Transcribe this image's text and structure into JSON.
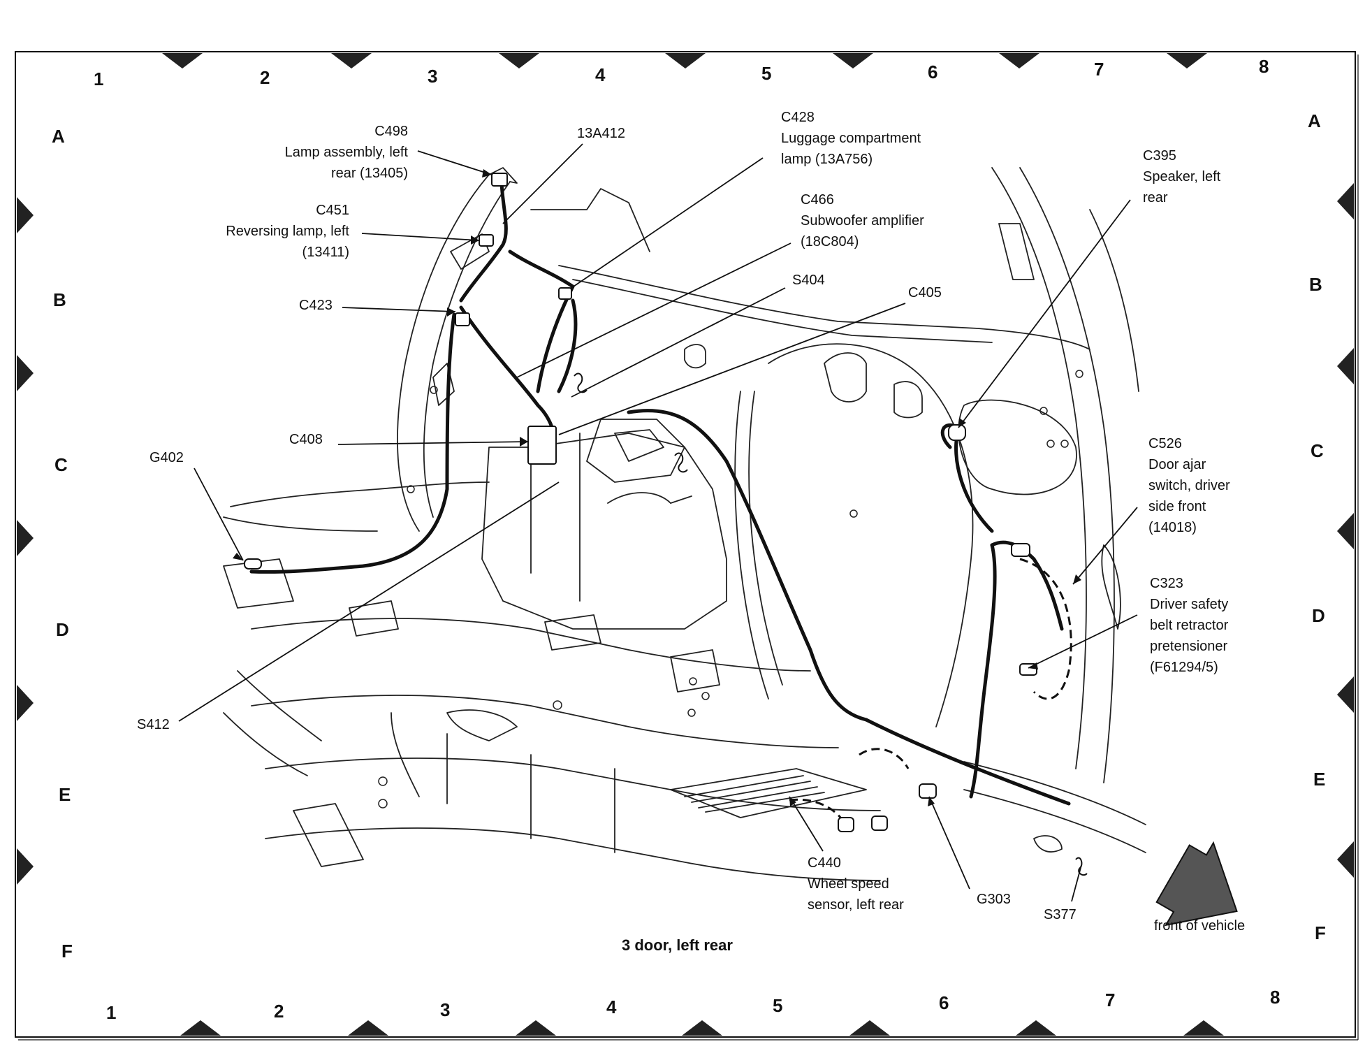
{
  "caption": "3 door, left rear",
  "front_label": "front of vehicle",
  "grid": {
    "columns": [
      "1",
      "2",
      "3",
      "4",
      "5",
      "6",
      "7",
      "8"
    ],
    "rows": [
      "A",
      "B",
      "C",
      "D",
      "E",
      "F"
    ]
  },
  "callouts": {
    "c498": {
      "id": "C498",
      "lines": [
        "Lamp assembly, left",
        "rear (13405)"
      ]
    },
    "13a412": {
      "id": "13A412",
      "lines": []
    },
    "c428": {
      "id": "C428",
      "lines": [
        "Luggage compartment",
        "lamp (13A756)"
      ]
    },
    "c451": {
      "id": "C451",
      "lines": [
        "Reversing lamp, left",
        "(13411)"
      ]
    },
    "c466": {
      "id": "C466",
      "lines": [
        "Subwoofer amplifier",
        "(18C804)"
      ]
    },
    "c395": {
      "id": "C395",
      "lines": [
        "Speaker, left",
        "rear"
      ]
    },
    "s404": {
      "id": "S404",
      "lines": []
    },
    "c405": {
      "id": "C405",
      "lines": []
    },
    "c423": {
      "id": "C423",
      "lines": []
    },
    "c408": {
      "id": "C408",
      "lines": []
    },
    "g402": {
      "id": "G402",
      "lines": []
    },
    "c526": {
      "id": "C526",
      "lines": [
        "Door ajar",
        "switch, driver",
        "side front",
        "(14018)"
      ]
    },
    "c323": {
      "id": "C323",
      "lines": [
        "Driver safety",
        "belt retractor",
        "pretensioner",
        "(F61294/5)"
      ]
    },
    "s412": {
      "id": "S412",
      "lines": []
    },
    "c440": {
      "id": "C440",
      "lines": [
        "Wheel speed",
        "sensor, left rear"
      ]
    },
    "g303": {
      "id": "G303",
      "lines": []
    },
    "s377": {
      "id": "S377",
      "lines": []
    }
  }
}
